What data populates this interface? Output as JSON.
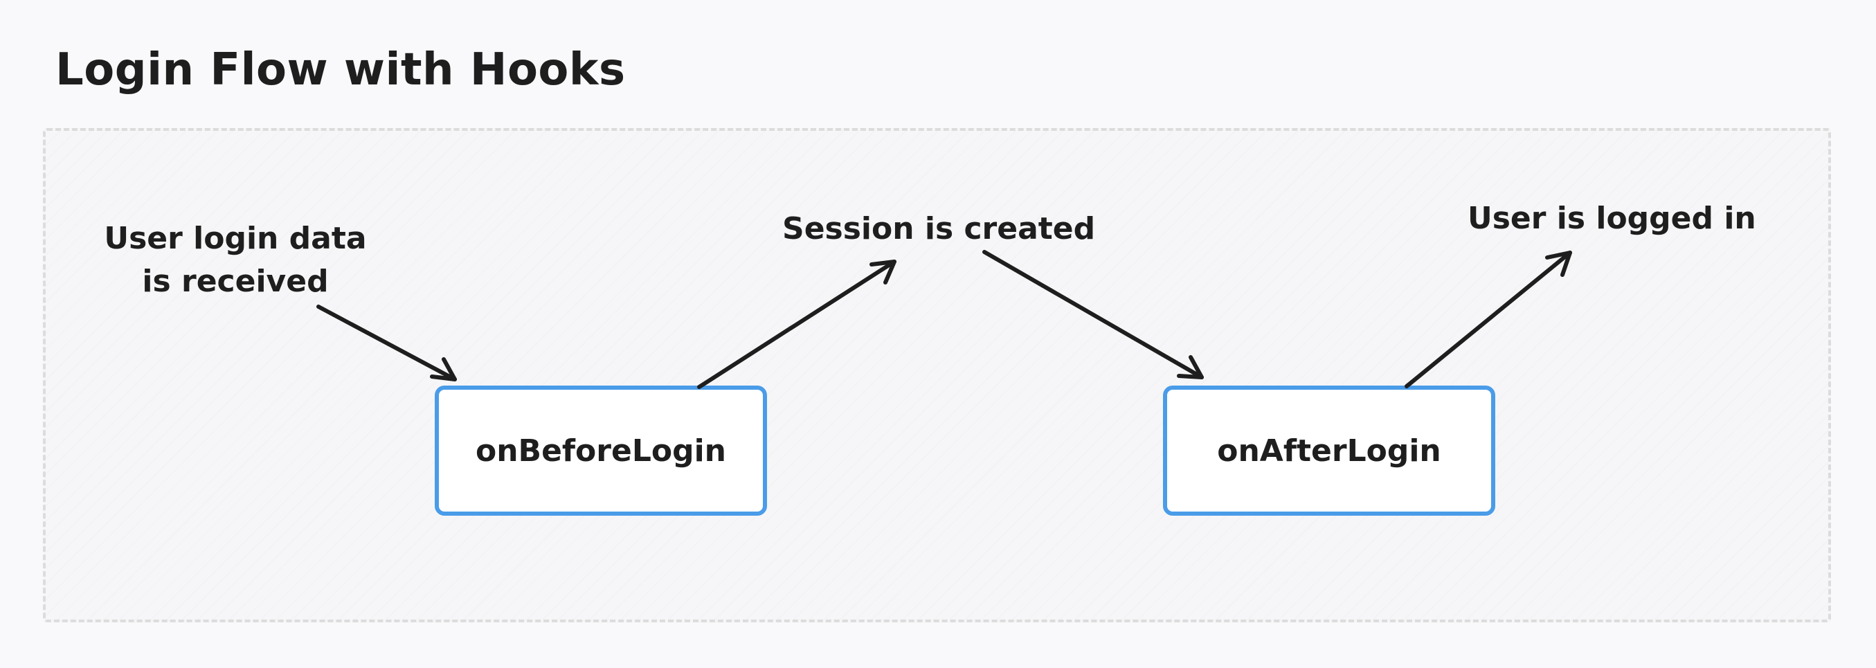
{
  "title": "Login Flow with Hooks",
  "labels": {
    "input": "User login data\nis received",
    "session": "Session is created",
    "logged_in": "User is logged in"
  },
  "hooks": {
    "before": "onBeforeLogin",
    "after": "onAfterLogin"
  }
}
